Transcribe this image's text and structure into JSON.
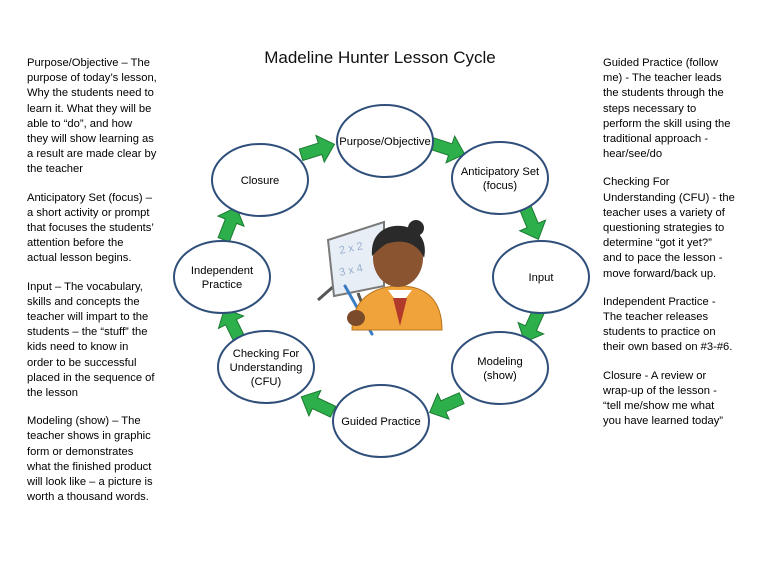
{
  "title": "Madeline Hunter Lesson Cycle",
  "left_descriptions": [
    "Purpose/Objective – The\npurpose of today’s lesson,\nWhy the students need to\nlearn it. What they will be\nable to “do”, and how\nthey will show learning as\na result are made clear by\nthe teacher",
    "Anticipatory Set (focus) –\na short activity or prompt\nthat focuses the students’\nattention before the\nactual lesson begins.",
    "Input – The vocabulary,\nskills and concepts the\nteacher will impart to the\nstudents – the “stuff” the\nkids need to know in\norder to be successful\nplaced in the sequence of\nthe lesson",
    "Modeling (show) – The\nteacher shows in graphic\nform or demonstrates\nwhat the finished product\nwill look like – a picture is\nworth a thousand words."
  ],
  "right_descriptions": [
    "Guided Practice (follow\nme) - The teacher leads\nthe students through the\nsteps necessary to\nperform the skill using the\ntraditional approach -\nhear/see/do",
    "Checking For\nUnderstanding (CFU) - the\nteacher uses a variety of\nquestioning strategies to\ndetermine “got it yet?”\nand to pace the lesson -\nmove forward/back up.",
    "Independent Practice -\nThe teacher releases\nstudents to practice on\ntheir own based on #3-#6.",
    "Closure - A review or\nwrap-up of the lesson -\n“tell me/show me what\nyou have learned today”"
  ],
  "nodes": [
    {
      "label_lines": [
        "Purpose/Objective"
      ]
    },
    {
      "label_lines": [
        "Anticipatory Set",
        "(focus)"
      ]
    },
    {
      "label_lines": [
        "Input"
      ]
    },
    {
      "label_lines": [
        "Modeling",
        "(show)"
      ]
    },
    {
      "label_lines": [
        "Guided Practice"
      ]
    },
    {
      "label_lines": [
        "Checking For",
        "Understanding",
        "(CFU)"
      ]
    },
    {
      "label_lines": [
        "Independent",
        "Practice"
      ]
    },
    {
      "label_lines": [
        "Closure"
      ]
    }
  ],
  "board_text": [
    "2 x 2",
    "3 x 4"
  ],
  "colors": {
    "ellipse_stroke": "#2f4f7a",
    "arrow_fill": "#2db04b",
    "arrow_stroke": "#1b7a31"
  },
  "icons": [
    "teacher-at-whiteboard-icon",
    "right-arrow-icon"
  ]
}
